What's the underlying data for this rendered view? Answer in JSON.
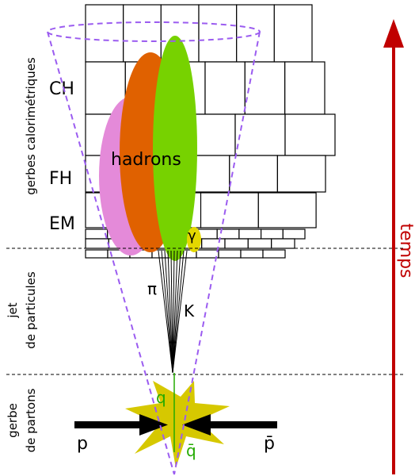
{
  "colors": {
    "cell_stroke": "#000000",
    "cone": "#9b5cf0",
    "pink": "#e48ad9",
    "orange": "#e06100",
    "green": "#77d200",
    "gamma_blob": "#e4d800",
    "star": "#d6c800",
    "quark_text": "#22aa00",
    "time": "#c00000",
    "separator": "#000000",
    "proton_arrow": "#000000"
  },
  "icons": {
    "time_arrow": "arrow-up-icon",
    "collision": "star-burst-icon",
    "beams": "arrow-right-icon"
  },
  "labels": {
    "region_calorimeter": "gerbes calorimétriques",
    "region_jet_line1": "jet",
    "region_jet_line2": "de particules",
    "region_partons_line1": "gerbe",
    "region_partons_line2": "de partons",
    "ch": "CH",
    "fh": "FH",
    "em": "EM",
    "hadrons": "hadrons",
    "gamma": "γ",
    "pi": "π",
    "kaon": "K",
    "quark": "q",
    "antiquark": "q̄",
    "proton": "p",
    "antiproton": "p̄",
    "time": "temps"
  }
}
